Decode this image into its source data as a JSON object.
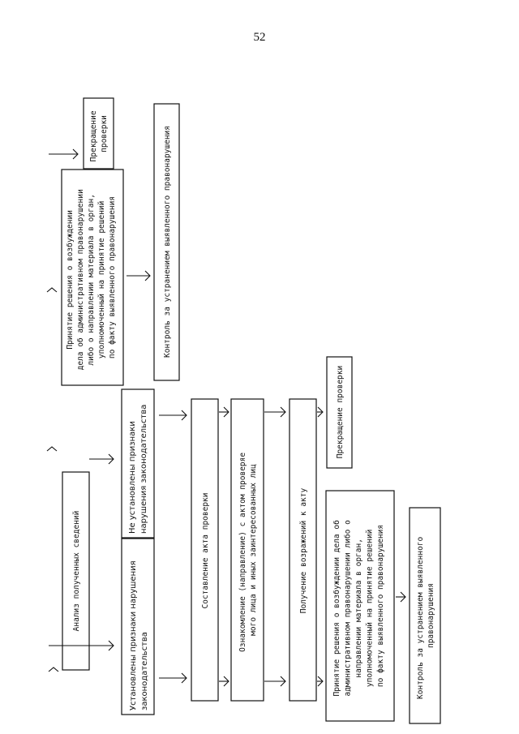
{
  "page_number": "52",
  "boxes": {
    "analysis": "Анализ полученных сведений",
    "signs_found": [
      "Установлены признаки нарушения",
      "законодательства"
    ],
    "signs_not_found": [
      "Не установлены признаки",
      "нарушения законодательства"
    ],
    "act": "Составление акта проверки",
    "familiarize": [
      "Ознакомление (направление) с актом проверяе",
      "мого лица и иных заинтересованных лиц"
    ],
    "objections": "Получение возражений к акту",
    "decision_top": [
      "Принятие решения о возбуждении",
      "дела об административном правонарушении",
      "либо о направлении материала в орган,",
      "уполномоченный на принятие решений",
      "по факту выявленного правонарушения"
    ],
    "termination_top": [
      "Прекращение",
      "проверки"
    ],
    "control_top": "Контроль за устранением выявленного правонарушения",
    "termination_mid": "Прекращение проверки",
    "decision_bottom": [
      "Принятие решения о возбуждении дела об",
      "административном правонарушении либо о",
      "направлении материала в орган,",
      "уполномоченный на принятие решений",
      "по факту выявленного правонарушения"
    ],
    "control_bottom": [
      "Контроль за устранением выявленного",
      "правонарушения"
    ]
  }
}
